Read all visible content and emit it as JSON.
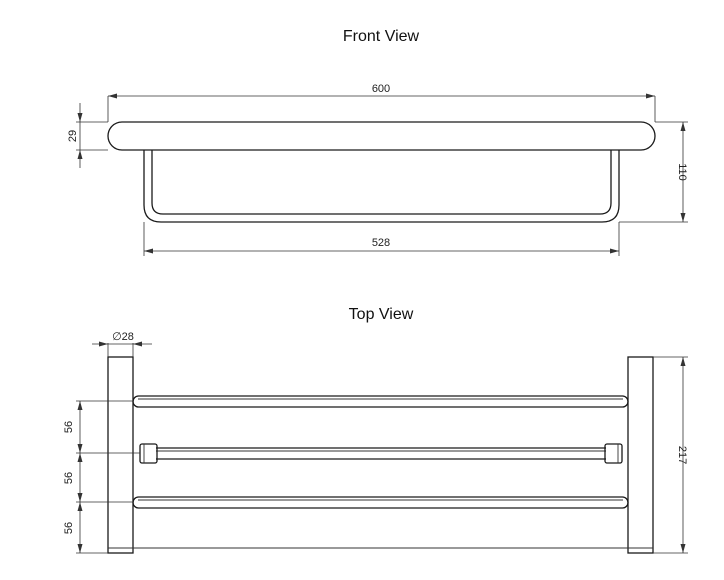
{
  "front_view": {
    "title": "Front View",
    "dim_overall_width": "600",
    "dim_height": "29",
    "dim_depth": "110",
    "dim_inner_width": "528"
  },
  "top_view": {
    "title": "Top View",
    "dim_diameter": "∅28",
    "dim_spacing_1": "56",
    "dim_spacing_2": "56",
    "dim_spacing_3": "56",
    "dim_total_depth": "217"
  }
}
